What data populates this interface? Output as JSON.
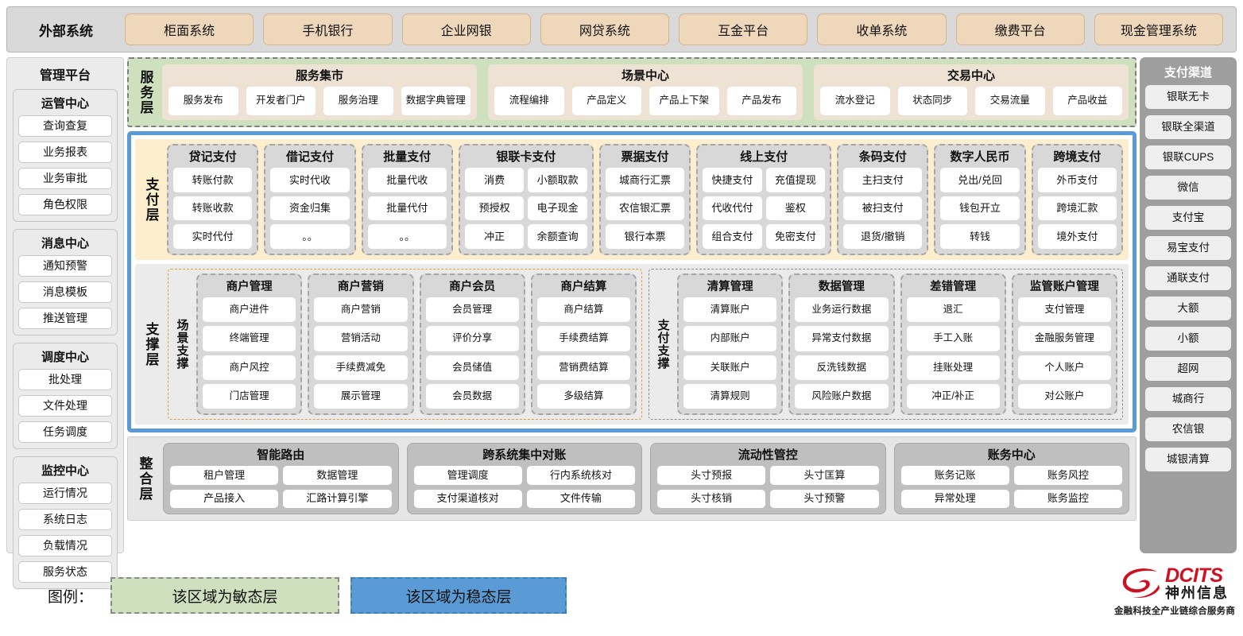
{
  "external": {
    "title": "外部系统",
    "items": [
      "柜面系统",
      "手机银行",
      "企业网银",
      "网贷系统",
      "互金平台",
      "收单系统",
      "缴费平台",
      "现金管理系统"
    ]
  },
  "left_panel": {
    "title": "管理平台",
    "groups": [
      {
        "title": "运管中心",
        "items": [
          "查询查复",
          "业务报表",
          "业务审批",
          "角色权限"
        ]
      },
      {
        "title": "消息中心",
        "items": [
          "通知预警",
          "消息模板",
          "推送管理"
        ]
      },
      {
        "title": "调度中心",
        "items": [
          "批处理",
          "文件处理",
          "任务调度"
        ]
      },
      {
        "title": "监控中心",
        "items": [
          "运行情况",
          "系统日志",
          "负载情况",
          "服务状态"
        ]
      }
    ]
  },
  "right_panel": {
    "title": "支付渠道",
    "items": [
      "银联无卡",
      "银联全渠道",
      "银联CUPS",
      "微信",
      "支付宝",
      "易宝支付",
      "通联支付",
      "大额",
      "小额",
      "超网",
      "城商行",
      "农信银",
      "城银清算"
    ]
  },
  "service_layer": {
    "label": "服务层",
    "boxes": [
      {
        "title": "服务集市",
        "items": [
          "服务发布",
          "开发者门户",
          "服务治理",
          "数据字典管理"
        ]
      },
      {
        "title": "场景中心",
        "items": [
          "流程编排",
          "产品定义",
          "产品上下架",
          "产品发布"
        ]
      },
      {
        "title": "交易中心",
        "items": [
          "流水登记",
          "状态同步",
          "交易流量",
          "产品收益"
        ]
      }
    ]
  },
  "payment_layer": {
    "label": "支付层",
    "groups": [
      {
        "title": "贷记支付",
        "cols": 1,
        "items": [
          "转账付款",
          "转账收款",
          "实时代付"
        ]
      },
      {
        "title": "借记支付",
        "cols": 1,
        "items": [
          "实时代收",
          "资金归集",
          "。。"
        ]
      },
      {
        "title": "批量支付",
        "cols": 1,
        "items": [
          "批量代收",
          "批量代付",
          "。。"
        ]
      },
      {
        "title": "银联卡支付",
        "cols": 2,
        "items": [
          "消费",
          "小额取款",
          "预授权",
          "电子现金",
          "冲正",
          "余额查询"
        ]
      },
      {
        "title": "票据支付",
        "cols": 1,
        "items": [
          "城商行汇票",
          "农信银汇票",
          "银行本票"
        ]
      },
      {
        "title": "线上支付",
        "cols": 2,
        "items": [
          "快捷支付",
          "充值提现",
          "代收代付",
          "鉴权",
          "组合支付",
          "免密支付"
        ]
      },
      {
        "title": "条码支付",
        "cols": 1,
        "items": [
          "主扫支付",
          "被扫支付",
          "退货/撤销"
        ]
      },
      {
        "title": "数字人民币",
        "cols": 1,
        "items": [
          "兑出/兑回",
          "钱包开立",
          "转钱"
        ]
      },
      {
        "title": "跨境支付",
        "cols": 1,
        "items": [
          "外币支付",
          "跨境汇款",
          "境外支付"
        ]
      }
    ]
  },
  "support_layer": {
    "label": "支撑层",
    "scene": {
      "label": "场景支撑",
      "groups": [
        {
          "title": "商户管理",
          "items": [
            "商户进件",
            "终端管理",
            "商户风控",
            "门店管理"
          ]
        },
        {
          "title": "商户营销",
          "items": [
            "商户营销",
            "营销活动",
            "手续费减免",
            "展示管理"
          ]
        },
        {
          "title": "商户会员",
          "items": [
            "会员管理",
            "评价分享",
            "会员储值",
            "会员数据"
          ]
        },
        {
          "title": "商户结算",
          "items": [
            "商户结算",
            "手续费结算",
            "营销费结算",
            "多级结算"
          ]
        }
      ]
    },
    "payment_support": {
      "label": "支付支撑",
      "groups": [
        {
          "title": "清算管理",
          "items": [
            "清算账户",
            "内部账户",
            "关联账户",
            "清算规则"
          ]
        },
        {
          "title": "数据管理",
          "items": [
            "业务运行数据",
            "异常支付数据",
            "反洗钱数据",
            "风险账户数据"
          ]
        },
        {
          "title": "差错管理",
          "items": [
            "退汇",
            "手工入账",
            "挂账处理",
            "冲正/补正"
          ]
        },
        {
          "title": "监管账户管理",
          "items": [
            "支付管理",
            "金融服务管理",
            "个人账户",
            "对公账户"
          ]
        }
      ]
    }
  },
  "integration_layer": {
    "label": "整合层",
    "boxes": [
      {
        "title": "智能路由",
        "items": [
          "租户管理",
          "数据管理",
          "产品接入",
          "汇路计算引擎"
        ]
      },
      {
        "title": "跨系统集中对账",
        "items": [
          "管理调度",
          "行内系统核对",
          "支付渠道核对",
          "文件传输"
        ]
      },
      {
        "title": "流动性管控",
        "items": [
          "头寸预报",
          "头寸匡算",
          "头寸核销",
          "头寸预警"
        ]
      },
      {
        "title": "账务中心",
        "items": [
          "账务记账",
          "账务风控",
          "异常处理",
          "账务监控"
        ]
      }
    ]
  },
  "legend": {
    "label": "图例：",
    "agile": "该区域为敏态层",
    "stable": "该区域为稳态层",
    "agile_color": "#cfe0bf",
    "stable_color": "#5b9bd5"
  },
  "logo": {
    "brand": "DCITS",
    "brand_cn": "神州信息",
    "tagline": "金融科技全产业链综合服务商",
    "brand_color": "#cf1020"
  }
}
